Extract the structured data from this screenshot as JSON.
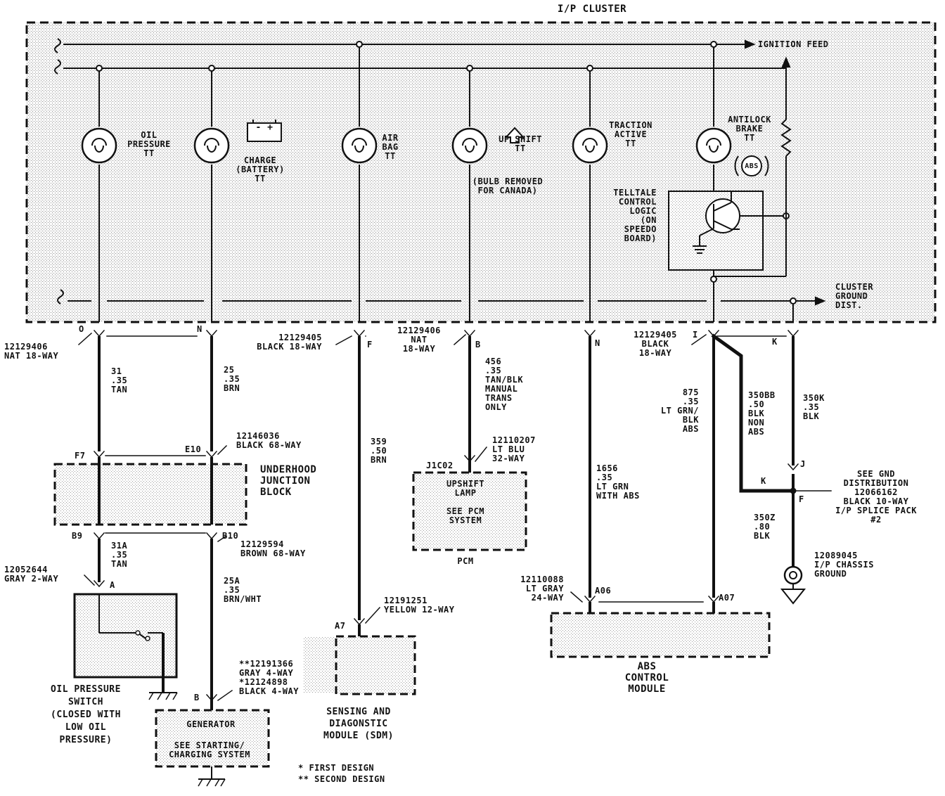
{
  "title": "I/P CLUSTER",
  "cluster": {
    "ignition_feed": "IGNITION FEED",
    "ground_dist": "CLUSTER\nGROUND\nDIST.",
    "bulbs": [
      {
        "label": "OIL\nPRESSURE\nTT"
      },
      {
        "label": "CHARGE\n(BATTERY)\nTT"
      },
      {
        "label": "AIR\nBAG\nTT"
      },
      {
        "label": "UP SHIFT\nTT"
      },
      {
        "label": "TRACTION\nACTIVE\nTT"
      },
      {
        "label": "ANTILOCK\nBRAKE\nTT"
      }
    ],
    "upshift_note": "(BULB REMOVED\nFOR CANADA)",
    "telltale_logic": "TELLTALE\nCONTROL\nLOGIC\n(ON\nSPEEDO\nBOARD)",
    "abs_symbol": "ABS",
    "battery_symbol": "- +"
  },
  "connectors": {
    "c1": "12129406\nNAT 18-WAY",
    "c2": "12129405\nBLACK 18-WAY",
    "c3": "12129406\nNAT\n18-WAY",
    "c4": "12129405\nBLACK\n18-WAY",
    "ujb_top": "12146036\nBLACK 68-WAY",
    "ujb_bottom": "12129594\nBROWN 68-WAY",
    "oil_sw": "12052644\nGRAY 2-WAY",
    "gen": "**12191366\nGRAY 4-WAY\n*12124898\nBLACK 4-WAY",
    "pcm": "12110207\nLT BLU\n32-WAY",
    "sdm": "12191251\nYELLOW 12-WAY",
    "abs": "12110088\nLT GRAY\n24-WAY"
  },
  "pins": {
    "O": "O",
    "N": "N",
    "F": "F",
    "B": "B",
    "N2": "N",
    "I": "I",
    "K": "K",
    "F7": "F7",
    "E10": "E10",
    "B9": "B9",
    "B10": "B10",
    "A": "A",
    "B2": "B",
    "J1C02": "J1C02",
    "A7": "A7",
    "A06": "A06",
    "A07": "A07",
    "J": "J",
    "K2": "K",
    "F2": "F"
  },
  "wires": {
    "w31": "31\n.35\nTAN",
    "w25": "25\n.35\nBRN",
    "w359": "359\n.50\nBRN",
    "w456": "456\n.35\nTAN/BLK\nMANUAL\nTRANS\nONLY",
    "w1656": "1656\n.35\nLT GRN\nWITH ABS",
    "w875": "875\n.35\nLT GRN/\nBLK\nABS",
    "w350bb": "350BB\n.50\nBLK\nNON\nABS",
    "w350k": "350K\n.35\nBLK",
    "w31a": "31A\n.35\nTAN",
    "w25a": "25A\n.35\nBRN/WHT",
    "w350z": "350Z\n.80\nBLK"
  },
  "components": {
    "ujb": "UNDERHOOD\nJUNCTION\nBLOCK",
    "oil_switch": "OIL PRESSURE\nSWITCH\n(CLOSED WITH\nLOW OIL\nPRESSURE)",
    "generator_title": "GENERATOR",
    "generator_note": "SEE STARTING/\nCHARGING SYSTEM",
    "pcm_inner": "UPSHIFT\nLAMP\n\nSEE PCM\nSYSTEM",
    "pcm_name": "PCM",
    "sdm": "SENSING AND\nDIAGONSTIC\nMODULE (SDM)",
    "abs": "ABS\nCONTROL\nMODULE",
    "gnd_dist": "SEE GND\nDISTRIBUTION\n12066162\nBLACK 10-WAY\nI/P SPLICE PACK\n#2",
    "chassis_gnd": "12089045\nI/P CHASSIS\nGROUND"
  },
  "legend": {
    "first": "* FIRST DESIGN",
    "second": "** SECOND DESIGN"
  }
}
